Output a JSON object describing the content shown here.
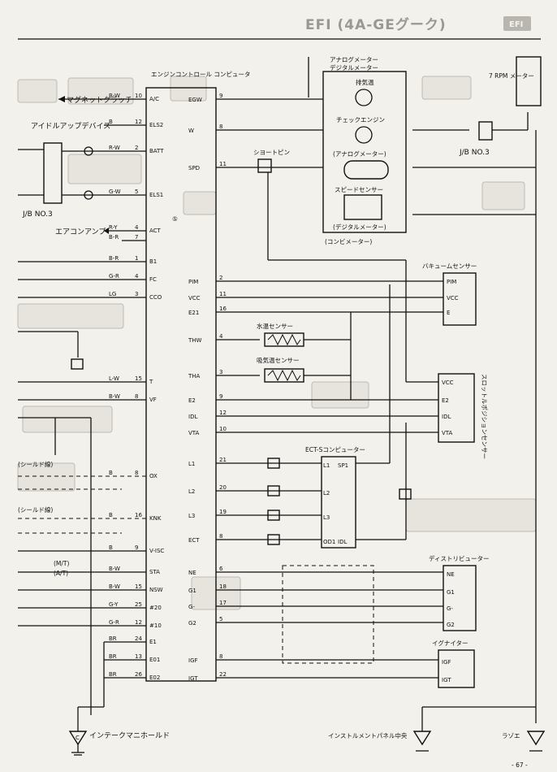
{
  "header": {
    "title": "EFI (4A-GEグーク)",
    "badge": "EFI"
  },
  "ecu": {
    "label": "エンジンコントロール コンピュータ",
    "marker": "⑤"
  },
  "combination_meter": {
    "label": "(コンビメーター)",
    "analog_label": "アナログメーター",
    "digital_label": "デジタルメーター",
    "items": [
      "排気温",
      "チェックエンジン",
      "(アナログメーター)",
      "スピードセンサー",
      "(デジタルメーター)"
    ]
  },
  "connectors": {
    "jb3_right": "J/B NO.3",
    "jb3_left": "J/B NO.3",
    "rpm_meter": "7 RPM メーター"
  },
  "left_labels": {
    "magnet_clutch": "マグネットクラッチ",
    "idle_up": "アイドルアップデバイス",
    "aircon": "エアコンアンプ",
    "shield1": "(シールド線)",
    "shield2": "(シールド線)",
    "mt": "(M/T)",
    "at": "(A/T)",
    "manifold": "インテークマニホールド"
  },
  "ecu_pins_left": [
    {
      "name": "A/C",
      "wire": "B-W",
      "no": "10"
    },
    {
      "name": "ELS2",
      "wire": "B",
      "no": "12"
    },
    {
      "name": "BATT",
      "wire": "R-W",
      "no": "2"
    },
    {
      "name": "ELS1",
      "wire": "G-W",
      "no": "5"
    },
    {
      "name": "ACT",
      "wire": "R-Y",
      "no": "4"
    },
    {
      "name": "",
      "wire": "B-R",
      "no": "7"
    },
    {
      "name": "B1",
      "wire": "B-R",
      "no": "1"
    },
    {
      "name": "FC",
      "wire": "G-R",
      "no": "4"
    },
    {
      "name": "CCO",
      "wire": "LG",
      "no": "3"
    },
    {
      "name": "T",
      "wire": "L-W",
      "no": "15"
    },
    {
      "name": "VF",
      "wire": "B-W",
      "no": "8"
    },
    {
      "name": "OX",
      "wire": "B",
      "no": "8"
    },
    {
      "name": "KNK",
      "wire": "B",
      "no": "16"
    },
    {
      "name": "V-ISC",
      "wire": "B",
      "no": "9"
    },
    {
      "name": "STA",
      "wire": "B-W",
      "no": ""
    },
    {
      "name": "NSW",
      "wire": "B-W",
      "no": "15"
    },
    {
      "name": "#20",
      "wire": "G-Y",
      "no": "25"
    },
    {
      "name": "#10",
      "wire": "G-R",
      "no": "12"
    },
    {
      "name": "E1",
      "wire": "BR",
      "no": "24"
    },
    {
      "name": "E01",
      "wire": "BR",
      "no": "13"
    },
    {
      "name": "E02",
      "wire": "BR",
      "no": "26"
    }
  ],
  "ecu_pins_right": [
    {
      "name": "EGW",
      "no": "9"
    },
    {
      "name": "W",
      "no": "8"
    },
    {
      "name": "SPD",
      "no": "11"
    },
    {
      "name": "PIM",
      "no": "2"
    },
    {
      "name": "VCC",
      "no": "11"
    },
    {
      "name": "E21",
      "no": "16"
    },
    {
      "name": "THW",
      "no": "4"
    },
    {
      "name": "THA",
      "no": "3"
    },
    {
      "name": "E2",
      "no": "9"
    },
    {
      "name": "IDL",
      "no": "12"
    },
    {
      "name": "VTA",
      "no": "10"
    },
    {
      "name": "L1",
      "no": "21"
    },
    {
      "name": "L2",
      "no": "20"
    },
    {
      "name": "L3",
      "no": "19"
    },
    {
      "name": "ECT",
      "no": "8"
    },
    {
      "name": "NE",
      "no": "6"
    },
    {
      "name": "G1",
      "no": "18"
    },
    {
      "name": "G-",
      "no": "17"
    },
    {
      "name": "G2",
      "no": "5"
    },
    {
      "name": "IGF",
      "no": "8"
    },
    {
      "name": "IGT",
      "no": "22"
    }
  ],
  "sensors": {
    "short_pin": "シヨートピン",
    "vacuum": "バキュームセンサー",
    "water_temp": "水温センサー",
    "intake_temp": "吸気温センサー",
    "throttle": "スロットルポジションセンサー",
    "ect": "ECT-Sコンピューター",
    "distributor": "ディストリビューター",
    "igniter": "イグナイター"
  },
  "sensor_pins": {
    "vacuum": [
      "PIM",
      "VCC",
      "E"
    ],
    "throttle": [
      "VCC",
      "E2",
      "IDL",
      "VTA"
    ],
    "ect_left": [
      "L1",
      "L2",
      "L3",
      "OD1"
    ],
    "ect_right": [
      "SP1",
      "IDL"
    ],
    "dist": [
      "NE",
      "G1",
      "G-",
      "G2"
    ],
    "igniter": [
      "IGF",
      "IGT"
    ]
  },
  "grounds": {
    "c": "C",
    "instrument": "インストルメントパネル中央",
    "right": "ラゾエ"
  },
  "footer": {
    "page": "- 67 -"
  }
}
